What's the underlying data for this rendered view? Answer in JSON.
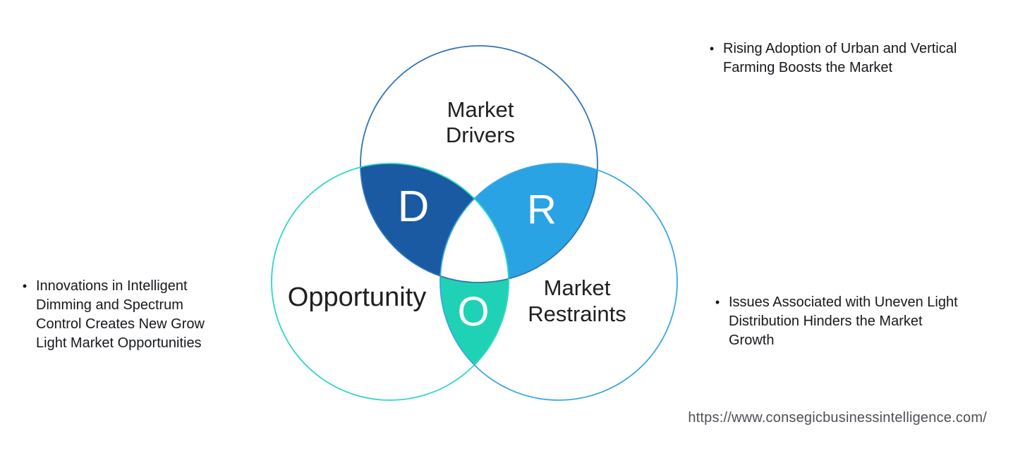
{
  "diagram": {
    "circle_drivers": {
      "label_line1": "Market",
      "label_line2": "Drivers",
      "outline_color": "#2e74b5"
    },
    "circle_opportunity": {
      "label": "Opportunity",
      "outline_color": "#2bd9c4"
    },
    "circle_restraints": {
      "label_line1": "Market",
      "label_line2": "Restraints",
      "outline_color": "#3aa6e2"
    },
    "lens_drivers": {
      "letter": "D",
      "color": "#1a5aa2"
    },
    "lens_restraints": {
      "letter": "R",
      "color": "#29a3e4"
    },
    "lens_opportunity": {
      "letter": "O",
      "color": "#20d2b5"
    }
  },
  "bullets": {
    "drivers": {
      "marker": "•",
      "text": "Rising Adoption of Urban and Vertical Farming Boosts the Market",
      "lines": [
        "Rising Adoption of Urban and Vertical",
        "Farming Boosts the Market"
      ]
    },
    "opportunity": {
      "marker": "•",
      "text": "Innovations in Intelligent Dimming and Spectrum Control Creates New Grow Light Market Opportunities",
      "lines": [
        "Innovations in Intelligent",
        "Dimming and Spectrum",
        "Control Creates New Grow",
        "Light Market Opportunities"
      ]
    },
    "restraints": {
      "marker": "•",
      "text": "Issues Associated with Uneven Light Distribution Hinders the Market Growth",
      "lines": [
        "Issues Associated with Uneven Light",
        "Distribution Hinders the Market",
        "Growth"
      ]
    }
  },
  "footer": {
    "source_url": "https://www.consegicbusinessintelligence.com/"
  }
}
